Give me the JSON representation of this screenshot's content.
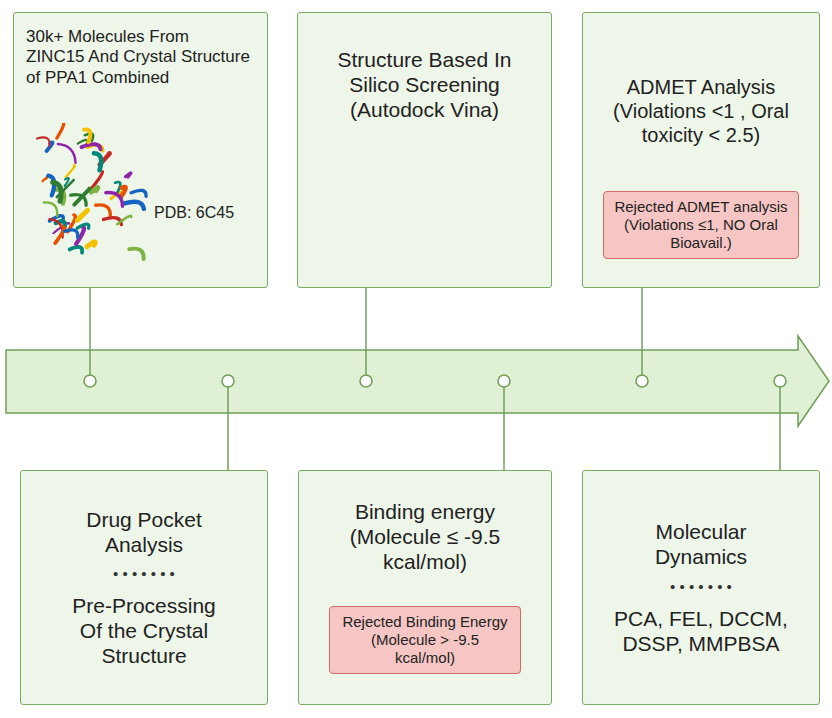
{
  "diagram": {
    "nodes": [
      {
        "text": [
          "30k+ Molecules From ZINC15 And Crystal Structure of PPA1 Combined",
          "PDB: 6C45"
        ]
      },
      {
        "text": [
          "Drug Pocket Analysis",
          "• • • • • • •",
          "Pre-Processing Of the Crystal Structure"
        ]
      },
      {
        "text": [
          "Structure Based In Silico Screening (Autodock Vina)"
        ]
      },
      {
        "text": [
          "Binding energy (Molecule ≤ -9.5 kcal/mol)"
        ]
      },
      {
        "text": [
          "Rejected Binding Energy (Molecule > -9.5 kcal/mol)"
        ],
        "in": 3
      },
      {
        "text": [
          "ADMET Analysis (Violations <1 , Oral toxicity < 2.5)"
        ]
      },
      {
        "text": [
          "Rejected ADMET analysis (Violations ≤1, NO Oral Bioavail.)"
        ],
        "in": 5
      },
      {
        "text": [
          "Molecular Dynamics",
          "• • • • • • •",
          "PCA, FEL, DCCM, DSSP, MMPBSA"
        ]
      }
    ]
  }
}
